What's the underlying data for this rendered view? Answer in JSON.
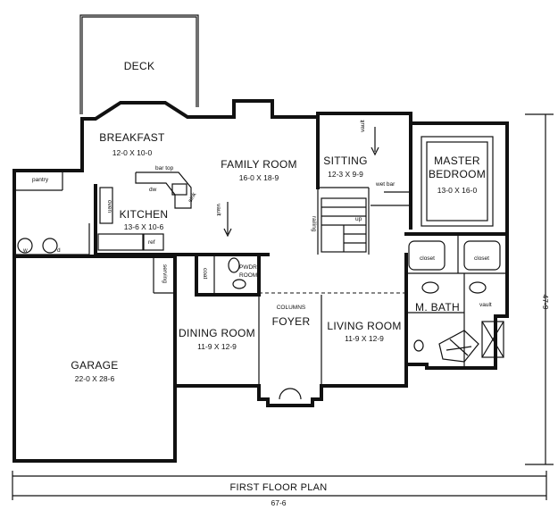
{
  "title": "FIRST FLOOR PLAN",
  "overall_width": "67-6",
  "overall_depth": "47-9",
  "rooms": {
    "deck": {
      "name": "DECK"
    },
    "breakfast": {
      "name": "BREAKFAST",
      "size": "12-0 X 10-0"
    },
    "family": {
      "name": "FAMILY ROOM",
      "size": "16-0 X 18-9"
    },
    "sitting": {
      "name": "SITTING",
      "size": "12-3 X 9-9"
    },
    "master": {
      "name": "MASTER",
      "name2": "BEDROOM",
      "size": "13-0 X 16-0"
    },
    "kitchen": {
      "name": "KITCHEN",
      "size": "13-6 X 10-6"
    },
    "garage": {
      "name": "GARAGE",
      "size": "22-0 X 28-6"
    },
    "dining": {
      "name": "DINING ROOM",
      "size": "11-9 X 12-9"
    },
    "foyer": {
      "name": "FOYER"
    },
    "living": {
      "name": "LIVING ROOM",
      "size": "11-9 X 12-9"
    },
    "mbath": {
      "name": "M. BATH"
    }
  },
  "notes": {
    "pantry": "pantry",
    "bar_top": "bar top",
    "dw": "dw",
    "sink": "sink",
    "oven": "oven",
    "ref": "ref",
    "vault": "vault",
    "wet_bar": "wet bar",
    "railing": "railing",
    "up": "up",
    "closet": "closet",
    "serving": "serving",
    "coat": "coat",
    "pwdr": "PWDR",
    "room": "ROOM",
    "columns": "COLUMNS",
    "w": "w",
    "d": "d"
  }
}
